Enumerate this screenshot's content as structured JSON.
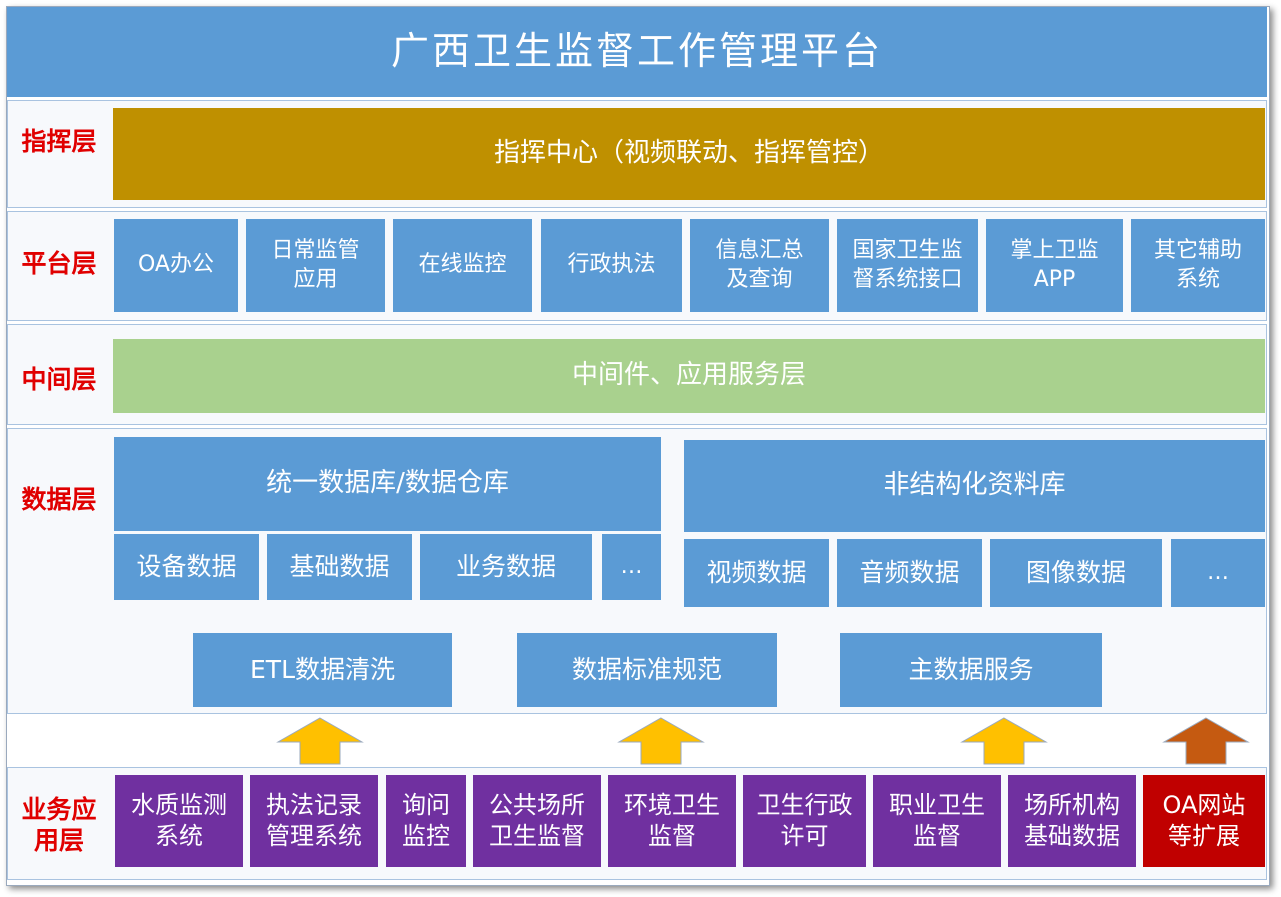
{
  "title": "广西卫生监督工作管理平台",
  "layers": {
    "command": {
      "label": "指挥层",
      "box": "指挥中心（视频联动、指挥管控）"
    },
    "platform": {
      "label": "平台层",
      "items": [
        "OA办公",
        "日常监管\n应用",
        "在线监控",
        "行政执法",
        "信息汇总\n及查询",
        "国家卫生监\n督系统接口",
        "掌上卫监\nAPP",
        "其它辅助\n系统"
      ]
    },
    "middle": {
      "label": "中间层",
      "box": "中间件、应用服务层"
    },
    "data": {
      "label": "数据层",
      "left_title": "统一数据库/数据仓库",
      "left_items": [
        "设备数据",
        "基础数据",
        "业务数据",
        "…"
      ],
      "right_title": "非结构化资料库",
      "right_items": [
        "视频数据",
        "音频数据",
        "图像数据",
        "…"
      ],
      "services": [
        "ETL数据清洗",
        "数据标准规范",
        "主数据服务"
      ]
    },
    "business": {
      "label": "业务应\n用层",
      "items": [
        "水质监测\n系统",
        "执法记录\n管理系统",
        "询问\n监控",
        "公共场所\n卫生监督",
        "环境卫生\n监督",
        "卫生行政\n许可",
        "职业卫生\n监督",
        "场所机构\n基础数据",
        "OA网站\n等扩展"
      ]
    }
  },
  "colors": {
    "title_bg": "#5b9bd5",
    "command_bg": "#bf9000",
    "platform_bg": "#5b9bd5",
    "middle_bg": "#a9d18e",
    "business_bg": "#7030a0",
    "extension_bg": "#c00000",
    "arrow_up": "#ffc000",
    "arrow_up_ext": "#c55a11",
    "label_text": "#e00000"
  }
}
